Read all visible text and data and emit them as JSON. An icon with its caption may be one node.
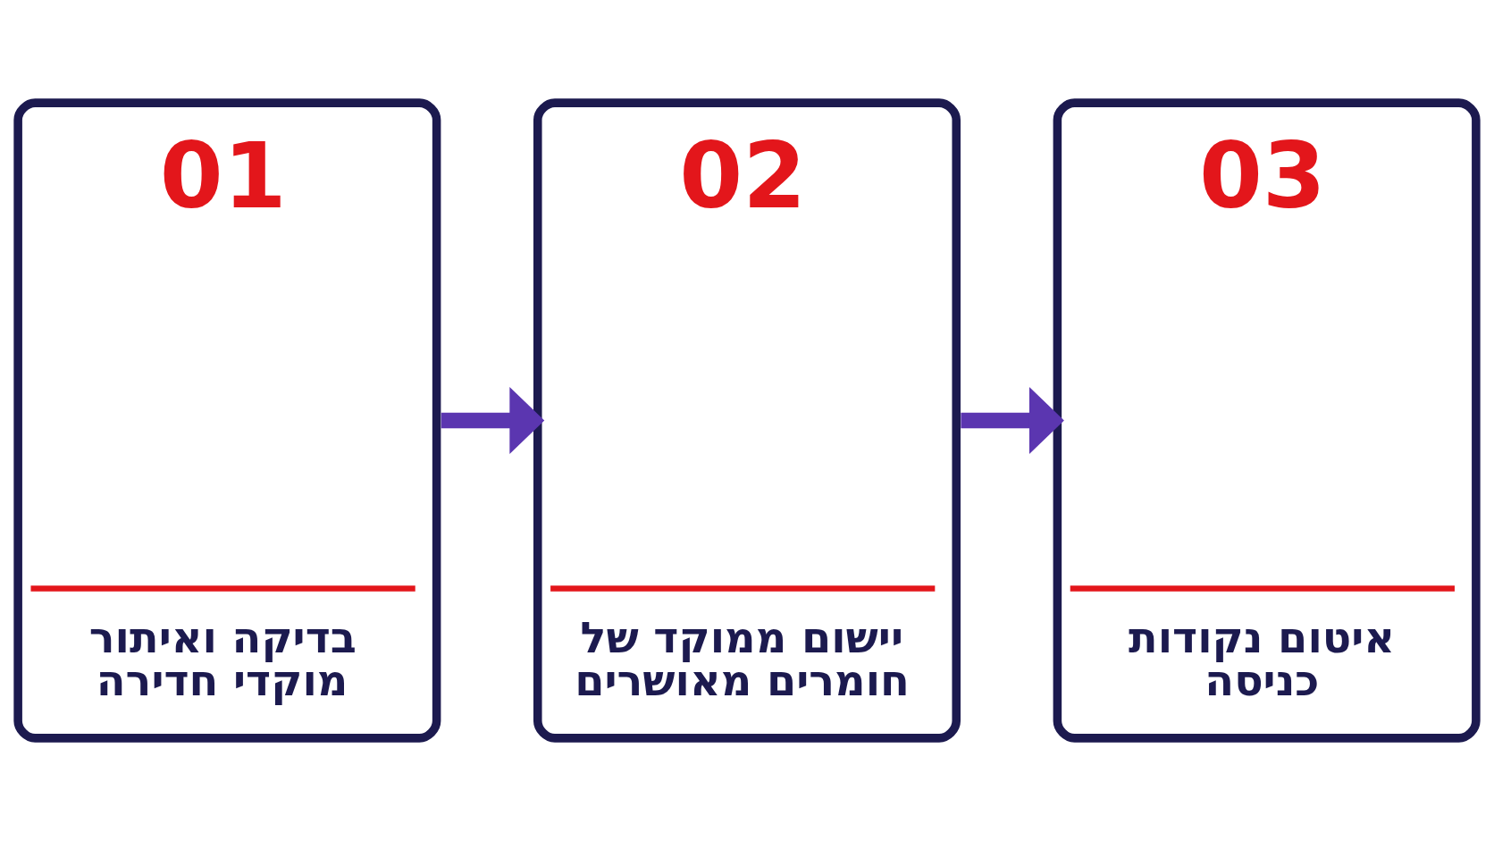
{
  "diagram": {
    "nodes": [
      {
        "text": [
          "01",
          "בדיקה ואיתור מוקדי חדירה"
        ]
      },
      {
        "text": [
          "02",
          "יישום ממוקד של חומרים מאושרים"
        ]
      },
      {
        "text": [
          "03",
          "איטום נקודות כניסה"
        ]
      }
    ],
    "edges": [
      {
        "from": 0,
        "to": 1,
        "arrow": "to"
      },
      {
        "from": 1,
        "to": 2,
        "arrow": "to"
      }
    ]
  }
}
